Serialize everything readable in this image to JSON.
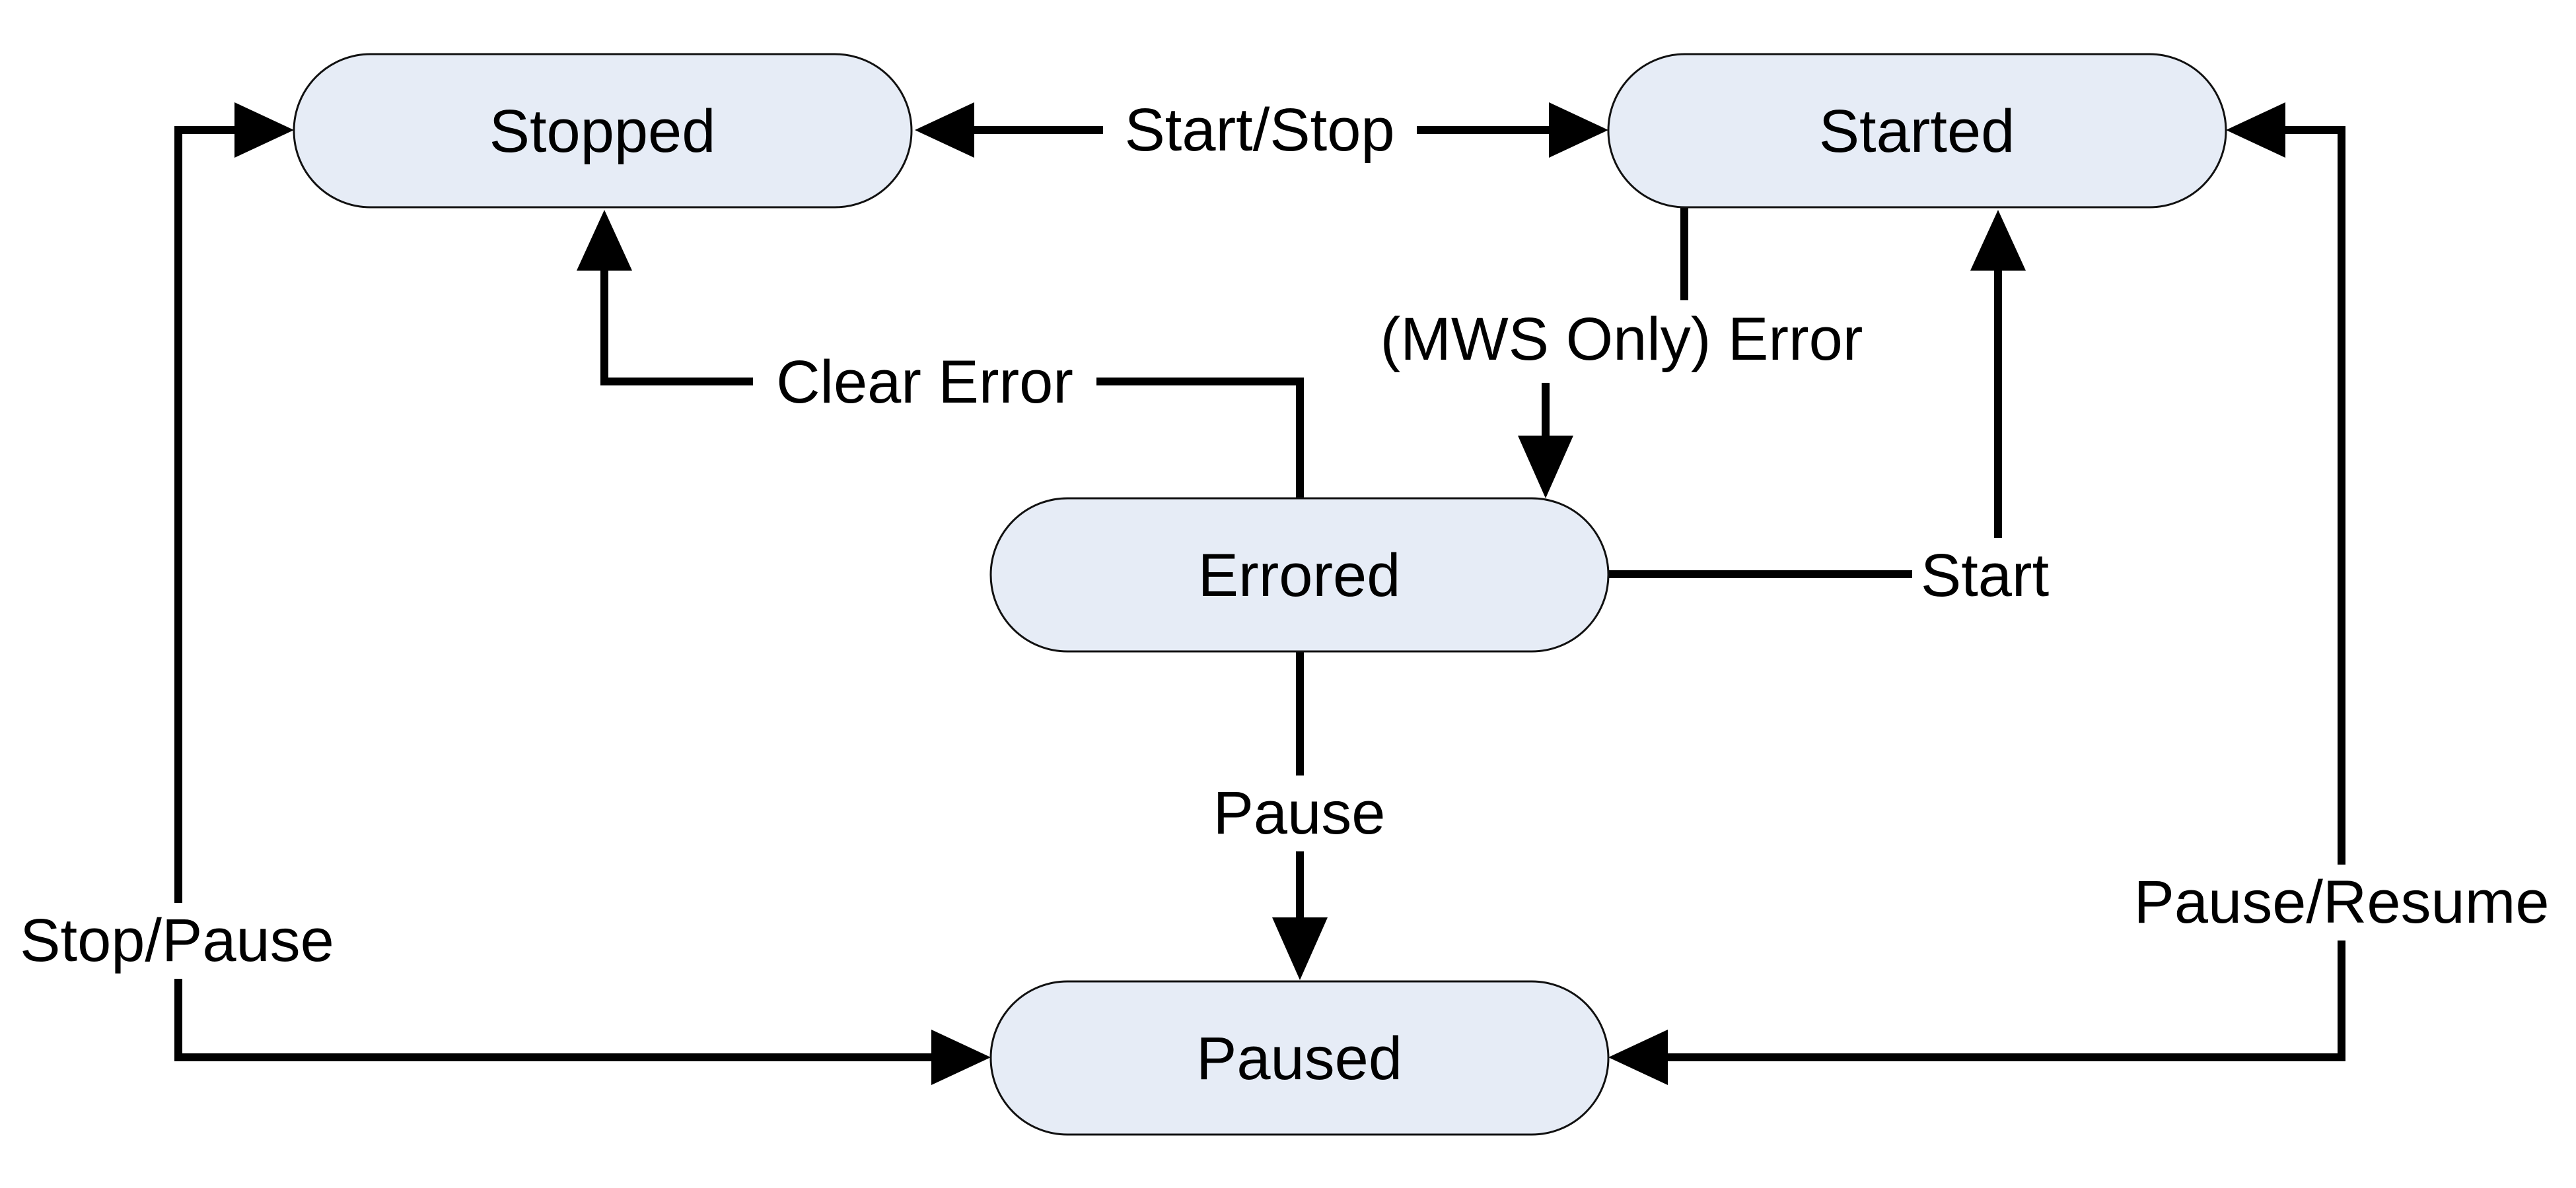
{
  "states": {
    "stopped": "Stopped",
    "started": "Started",
    "errored": "Errored",
    "paused": "Paused"
  },
  "transitions": {
    "start_stop": "Start/Stop",
    "mws_error": "(MWS Only) Error",
    "clear_error": "Clear Error",
    "start": "Start",
    "pause": "Pause",
    "stop_pause": "Stop/Pause",
    "pause_resume": "Pause/Resume"
  },
  "colors": {
    "state_fill": "#e6ecf6",
    "state_stroke": "#111111",
    "line": "#000000"
  }
}
